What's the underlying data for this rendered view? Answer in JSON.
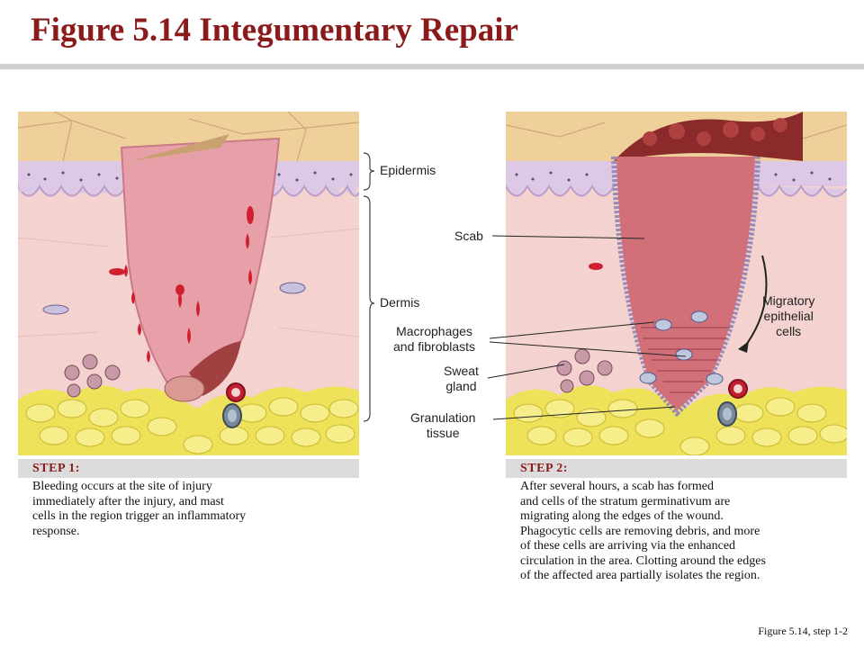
{
  "title": "Figure 5.14  Integumentary Repair",
  "labels": {
    "epidermis": "Epidermis",
    "dermis": "Dermis",
    "scab": "Scab",
    "macrophages": [
      "Macrophages",
      "and fibroblasts"
    ],
    "sweat_gland": [
      "Sweat",
      "gland"
    ],
    "granulation": [
      "Granulation",
      "tissue"
    ],
    "migratory": [
      "Migratory",
      "epithelial",
      "cells"
    ]
  },
  "step1": {
    "heading": "STEP 1:",
    "lines": [
      "Bleeding occurs at the site of injury",
      "immediately after the injury, and mast",
      "cells in the region trigger an inflammatory",
      "response."
    ]
  },
  "step2": {
    "heading": "STEP 2:",
    "lines": [
      "After several hours, a scab has formed",
      "and cells of the stratum germinativum are",
      "migrating along the edges of the wound.",
      "Phagocytic cells are removing debris, and more",
      "of these cells are arriving via the enhanced",
      "circulation in the area. Clotting around the edges",
      "of the affected area partially isolates the region."
    ]
  },
  "caption": "Figure 5.14, step 1-2",
  "colors": {
    "title": "#8b1a1a",
    "dermis": "#f3d2cf",
    "epidermis": "#ddc8e6",
    "fat": "#eee25a",
    "wound": "#e8a0a8",
    "scab": "#d2707a"
  }
}
